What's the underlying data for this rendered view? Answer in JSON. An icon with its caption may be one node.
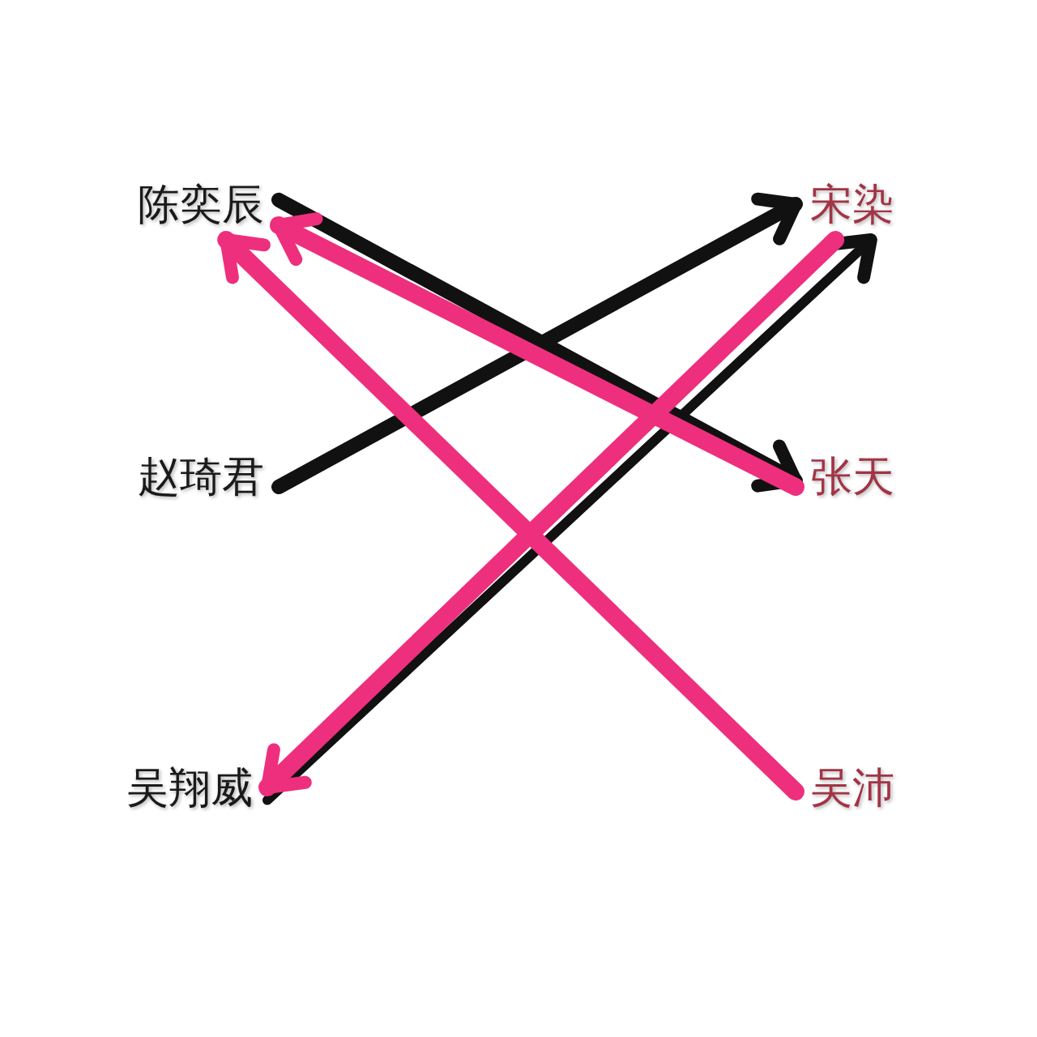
{
  "diagram": {
    "nodes": [
      {
        "text": [
          "陈奕辰"
        ]
      },
      {
        "text": [
          "宋染"
        ]
      },
      {
        "text": [
          "赵琦君"
        ]
      },
      {
        "text": [
          "张天"
        ]
      },
      {
        "text": [
          "吴翔威"
        ]
      },
      {
        "text": [
          "吴沛"
        ]
      }
    ],
    "edges": [
      {
        "from": 0,
        "to": 3,
        "arrow": "to"
      },
      {
        "from": 2,
        "to": 1,
        "arrow": "to"
      },
      {
        "from": 4,
        "to": 1,
        "arrow": "to"
      },
      {
        "from": 3,
        "to": 0,
        "arrow": "to",
        "color": "#ee2f7d"
      },
      {
        "from": 5,
        "to": 0,
        "arrow": "to",
        "color": "#ee2f7d"
      },
      {
        "from": 1,
        "to": 4,
        "arrow": "to",
        "color": "#ee2f7d"
      }
    ]
  }
}
